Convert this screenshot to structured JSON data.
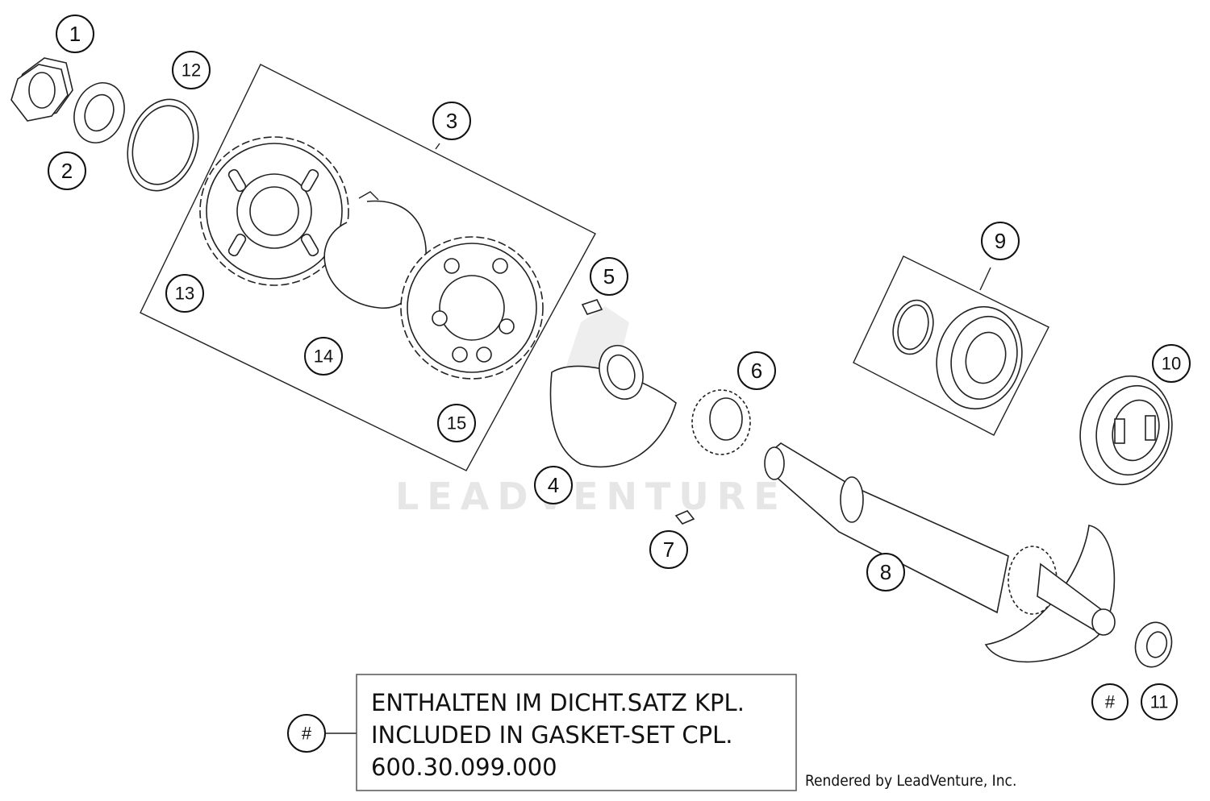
{
  "callouts": {
    "c1": "1",
    "c2": "2",
    "c3": "3",
    "c4": "4",
    "c5": "5",
    "c6": "6",
    "c7": "7",
    "c8": "8",
    "c9": "9",
    "c10": "10",
    "c11": "11",
    "c12": "12",
    "c13": "13",
    "c14": "14",
    "c15": "15",
    "hash_left": "#",
    "hash_right": "#"
  },
  "note": {
    "line1": "ENTHALTEN IM DICHT.SATZ KPL.",
    "line2": "INCLUDED IN GASKET-SET CPL.",
    "line3": "600.30.099.000"
  },
  "credit": "Rendered by LeadVenture, Inc.",
  "watermark": "LEADVENTURE"
}
